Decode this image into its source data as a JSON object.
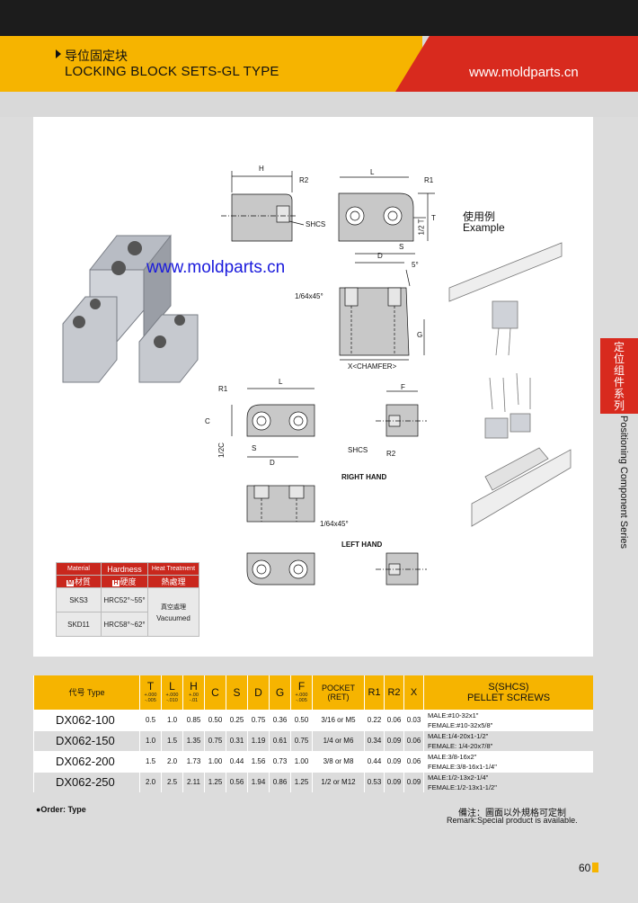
{
  "header": {
    "title_cn": "导位固定块",
    "title_en": "LOCKING BLOCK SETS-GL TYPE",
    "url": "www.moldparts.cn"
  },
  "side_tab": {
    "cn": "定位组件系列",
    "en": "Positioning Component Series"
  },
  "watermark": "www.moldparts.cn",
  "diagram": {
    "H": "H",
    "R2": "R2",
    "SHCS": "SHCS",
    "L": "L",
    "R1": "R1",
    "T": "T",
    "halfT": "1/2 T",
    "S": "S",
    "D": "D",
    "deg5": "5°",
    "chamfer": "1/64x45°",
    "G": "G",
    "xchamfer": "X<CHAMFER>",
    "C": "C",
    "halfC": "1/2C",
    "F": "F",
    "right_hand": "RIGHT HAND",
    "left_hand": "LEFT HAND",
    "example_cn": "使用例",
    "example_en": "Example"
  },
  "material_table": {
    "h_material": "Material",
    "h_hardness": "Hardness",
    "h_heat": "Heat Treatment",
    "b_m": "M",
    "h_material_cn": "材質",
    "b_h": "H",
    "h_hardness_cn": "硬度",
    "h_heat_cn": "熱處理",
    "rows": [
      {
        "material": "SKS3",
        "hardness": "HRC52°~55°"
      },
      {
        "material": "SKD11",
        "hardness": "HRC58°~62°"
      }
    ],
    "heat_cn": "真空處理",
    "heat_en": "Vacuumed"
  },
  "table": {
    "h_type": "代号 Type",
    "cols": [
      {
        "sym": "T",
        "tol1": "+.000",
        "tol2": "-.005"
      },
      {
        "sym": "L",
        "tol1": "+.000",
        "tol2": "-.010"
      },
      {
        "sym": "H",
        "tol1": "+.00",
        "tol2": "-.01"
      },
      {
        "sym": "C"
      },
      {
        "sym": "S"
      },
      {
        "sym": "D"
      },
      {
        "sym": "G"
      },
      {
        "sym": "F",
        "tol1": "+.000",
        "tol2": "-.005"
      }
    ],
    "h_pocket1": "POCKET",
    "h_pocket2": "(RET)",
    "h_r1": "R1",
    "h_r2": "R2",
    "h_x": "X",
    "h_screw1": "S(SHCS)",
    "h_screw2": "PELLET SCREWS",
    "rows": [
      {
        "type": "DX062-100",
        "T": "0.5",
        "L": "1.0",
        "H": "0.85",
        "C": "0.50",
        "S": "0.25",
        "D": "0.75",
        "G": "0.36",
        "F": "0.50",
        "pocket": "3/16 or M5",
        "R1": "0.22",
        "R2": "0.06",
        "X": "0.03",
        "male": "MALE:#10-32x1\"",
        "female": "FEMALE:#10-32x5/8\""
      },
      {
        "type": "DX062-150",
        "T": "1.0",
        "L": "1.5",
        "H": "1.35",
        "C": "0.75",
        "S": "0.31",
        "D": "1.19",
        "G": "0.61",
        "F": "0.75",
        "pocket": "1/4 or M6",
        "R1": "0.34",
        "R2": "0.09",
        "X": "0.06",
        "male": "MALE:1/4-20x1-1/2\"",
        "female": "FEMALE: 1/4-20x7/8\""
      },
      {
        "type": "DX062-200",
        "T": "1.5",
        "L": "2.0",
        "H": "1.73",
        "C": "1.00",
        "S": "0.44",
        "D": "1.56",
        "G": "0.73",
        "F": "1.00",
        "pocket": "3/8 or M8",
        "R1": "0.44",
        "R2": "0.09",
        "X": "0.06",
        "male": "MALE:3/8-16x2\"",
        "female": "FEMALE:3/8-16x1-1/4\""
      },
      {
        "type": "DX062-250",
        "T": "2.0",
        "L": "2.5",
        "H": "2.11",
        "C": "1.25",
        "S": "0.56",
        "D": "1.94",
        "G": "0.86",
        "F": "1.25",
        "pocket": "1/2 or M12",
        "R1": "0.53",
        "R2": "0.09",
        "X": "0.09",
        "male": "MALE:1/2-13x2-1/4\"",
        "female": "FEMALE:1/2-13x1-1/2\""
      }
    ]
  },
  "footer": {
    "order": "●Order: Type",
    "remark_cn": "備注：圖面以外規格可定制",
    "remark_en": "Remark:Special product is available.",
    "page": "60"
  }
}
